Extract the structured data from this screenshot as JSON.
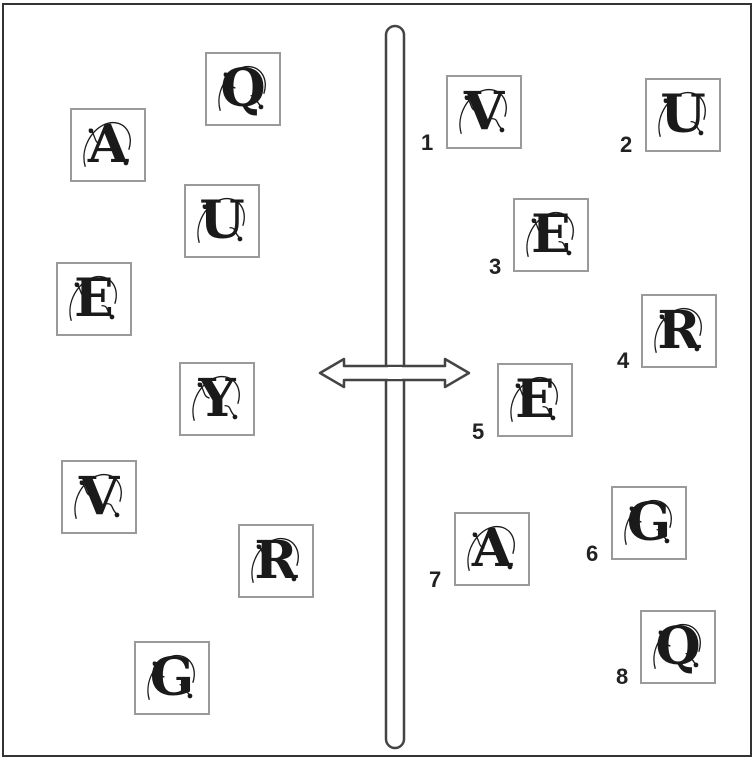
{
  "left_group": {
    "tiles": [
      {
        "letter": "Q"
      },
      {
        "letter": "A"
      },
      {
        "letter": "U"
      },
      {
        "letter": "E"
      },
      {
        "letter": "Y"
      },
      {
        "letter": "V"
      },
      {
        "letter": "R"
      },
      {
        "letter": "G"
      }
    ]
  },
  "right_group": {
    "tiles": [
      {
        "number": "1",
        "letter": "V"
      },
      {
        "number": "2",
        "letter": "U"
      },
      {
        "number": "3",
        "letter": "E"
      },
      {
        "number": "4",
        "letter": "R"
      },
      {
        "number": "5",
        "letter": "E"
      },
      {
        "number": "6",
        "letter": "G"
      },
      {
        "number": "7",
        "letter": "A"
      },
      {
        "number": "8",
        "letter": "Q"
      }
    ]
  },
  "colors": {
    "glyph": "#1a1a1a",
    "tile_border": "#9a9a9a",
    "frame_border": "#333333",
    "divider": "#444444"
  }
}
